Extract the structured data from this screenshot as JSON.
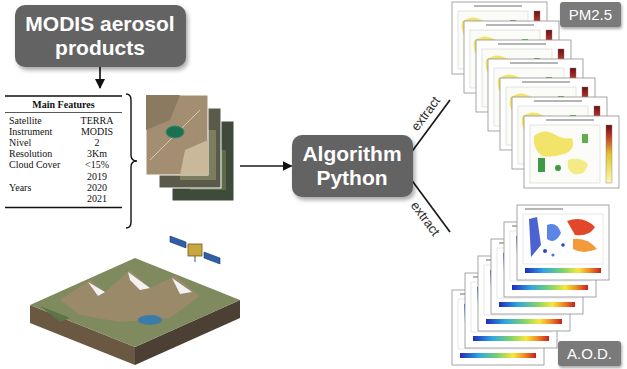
{
  "diagram": {
    "nodes": [
      {
        "text": [
          "MODIS aerosol products"
        ]
      },
      {
        "text": [
          "Main Features",
          "Satellite",
          "TERRA",
          "Instrument",
          "MODIS",
          "Nivel",
          "2",
          "Resolution",
          "3Km",
          "Cloud Cover",
          "<15%",
          "Years",
          "2019 2020 2021"
        ]
      },
      {
        "text": [
          "Algorithm Python"
        ]
      },
      {
        "text": [
          "PM2.5"
        ]
      },
      {
        "text": [
          "A.O.D."
        ]
      }
    ],
    "edges": [
      {
        "from": 0,
        "to": 1,
        "arrow": "to"
      },
      {
        "from": 1,
        "to": 2,
        "arrow": "to"
      },
      {
        "from": 2,
        "to": 3,
        "label": "extract",
        "arrow": "none"
      },
      {
        "from": 2,
        "to": 4,
        "label": "extract",
        "arrow": "none"
      }
    ]
  }
}
